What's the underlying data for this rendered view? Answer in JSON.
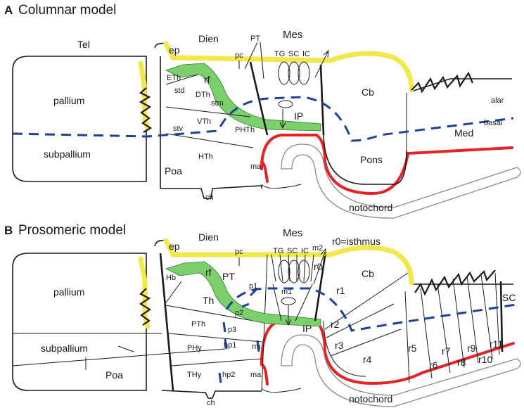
{
  "panel_a": {
    "letter": "A",
    "title": "Columnar model",
    "labels": {
      "tel": "Tel",
      "ep": "ep",
      "dien": "Dien",
      "pc": "pc",
      "pt": "PT",
      "mes": "Mes",
      "tg": "TG",
      "sc": "SC",
      "ic": "IC",
      "eth": "ETh",
      "rf": "rf",
      "std": "std",
      "dth": "DTh",
      "stm": "stm",
      "vth": "VTh",
      "stv": "stv",
      "phth": "PHTh",
      "ip": "IP",
      "hth": "HTh",
      "poa": "Poa",
      "ma": "ma",
      "ch": "ch",
      "pallium": "pallium",
      "subpallium": "subpallium",
      "cb": "Cb",
      "pons": "Pons",
      "med": "Med",
      "alar": "alar",
      "basal": "basal",
      "notochord": "notochord"
    }
  },
  "panel_b": {
    "letter": "B",
    "title": "Prosomeric model",
    "labels": {
      "ep": "ep",
      "dien": "Dien",
      "pc": "pc",
      "pt": "PT",
      "mes": "Mes",
      "tg": "TG",
      "sc": "SC",
      "ic": "IC",
      "m2": "m2",
      "isthmus": "r0=isthmus",
      "hb": "Hb",
      "rf": "rf",
      "r0": "r0",
      "cb": "Cb",
      "pallium": "pallium",
      "th": "Th",
      "p1": "p1",
      "m1": "m1",
      "r1": "r1",
      "p2": "p2",
      "pth": "PTh",
      "p3": "p3",
      "ip": "IP",
      "r2": "r2",
      "subpallium": "subpallium",
      "phy": "PHy",
      "hp1": "hp1",
      "rm": "rm",
      "r3": "r3",
      "r4": "r4",
      "poa": "Poa",
      "thy": "THy",
      "hp2": "hp2",
      "ma": "ma",
      "ch": "ch",
      "notochord": "notochord",
      "r5": "r5",
      "r6": "r6",
      "r7": "r7",
      "r8": "r8",
      "r9": "r9",
      "r10": "r10",
      "r11": "r11",
      "sc_spinal": "SC"
    }
  },
  "colors": {
    "outline": "#1a1a1a",
    "alar_basal_boundary": "#1f3f99",
    "roof_plate": "#f2e84a",
    "floor_plate": "#e52226",
    "tract": "#7bd06b",
    "notochord": "#8a8a8a"
  }
}
